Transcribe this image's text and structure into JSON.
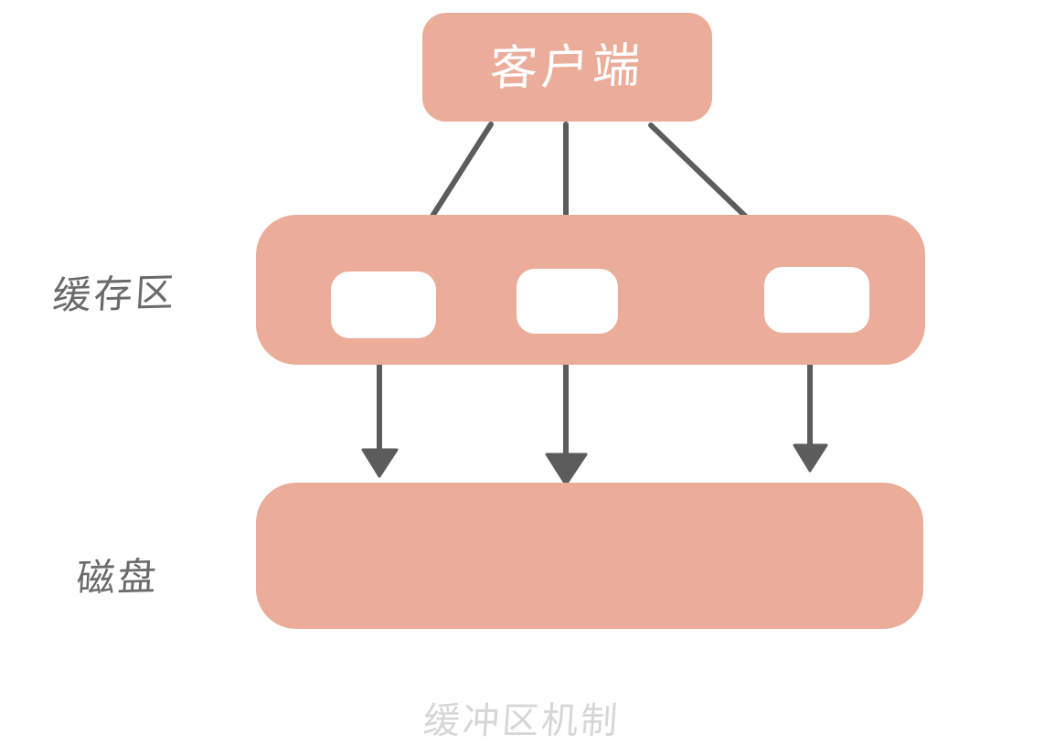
{
  "diagram": {
    "caption": "缓冲区机制",
    "colors": {
      "block_fill": "#EBAC9A",
      "slot_fill": "#FFFFFF",
      "arrow": "#5C5C5C",
      "label_text": "#6A6A6A",
      "caption_text": "#D6D6D6",
      "client_text": "#FFFFFF",
      "background": "#FFFFFF"
    },
    "nodes": {
      "client": {
        "label": "客户端"
      },
      "buffer": {
        "label": "缓存区",
        "slot_count": 3
      },
      "disk": {
        "label": "磁盘"
      }
    },
    "edges": [
      {
        "from": "client",
        "to": "buffer-slot-1",
        "style": "hand-drawn-arrow"
      },
      {
        "from": "client",
        "to": "buffer-slot-2",
        "style": "hand-drawn-arrow"
      },
      {
        "from": "client",
        "to": "buffer-slot-3",
        "style": "hand-drawn-arrow"
      },
      {
        "from": "buffer-slot-1",
        "to": "disk",
        "style": "hand-drawn-arrow"
      },
      {
        "from": "buffer-slot-2",
        "to": "disk",
        "style": "hand-drawn-arrow"
      },
      {
        "from": "buffer-slot-3",
        "to": "disk",
        "style": "hand-drawn-arrow"
      }
    ]
  }
}
